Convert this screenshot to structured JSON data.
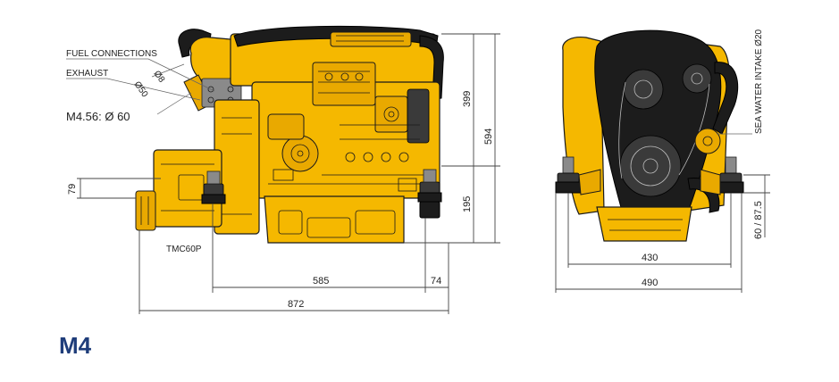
{
  "model": "M4",
  "side_view": {
    "labels": {
      "fuel_connections": "FUEL CONNECTIONS",
      "fuel_diameter": "Ø8",
      "exhaust": "EXHAUST",
      "exhaust_diameter": "Ø50",
      "exhaust_option": "M4.56: Ø 60",
      "gearbox": "TMC60P"
    },
    "dimensions": {
      "height_top": "399",
      "height_total": "594",
      "height_mount": "195",
      "shaft_offset": "79",
      "length_block": "585",
      "length_rear": "74",
      "length_total": "872"
    }
  },
  "front_view": {
    "labels": {
      "sea_water_intake": "SEA WATER INTAKE Ø20"
    },
    "dimensions": {
      "mount_width": "430",
      "total_width": "490",
      "mount_height": "60 / 87.5"
    }
  }
}
